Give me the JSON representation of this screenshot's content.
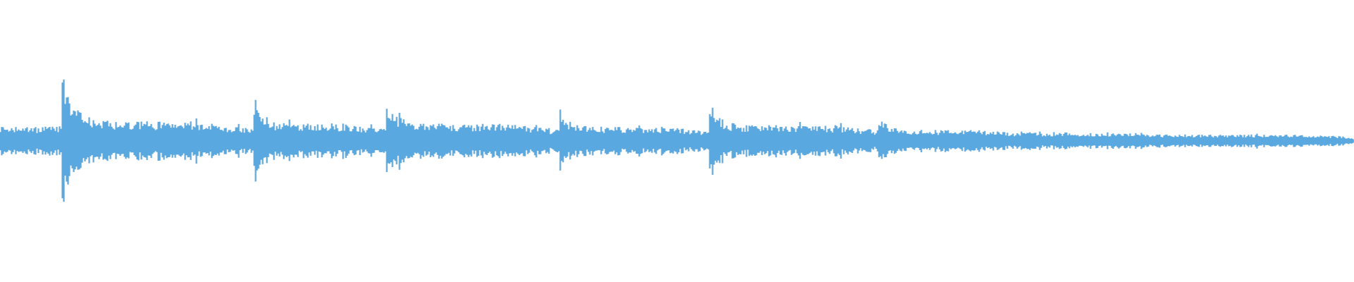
{
  "waveform": {
    "color": "#5aa8e0",
    "background": "#ffffff",
    "segments": [
      {
        "onset": 0.0,
        "peak": 0.2,
        "sustain": 0.18,
        "release": 0.2
      },
      {
        "onset": 0.045,
        "peak": 0.98,
        "sustain": 0.25,
        "release": 0.06
      },
      {
        "onset": 0.187,
        "peak": 0.62,
        "sustain": 0.22,
        "release": 0.08
      },
      {
        "onset": 0.285,
        "peak": 0.58,
        "sustain": 0.22,
        "release": 0.07
      },
      {
        "onset": 0.413,
        "peak": 0.42,
        "sustain": 0.18,
        "release": 0.07
      },
      {
        "onset": 0.523,
        "peak": 0.56,
        "sustain": 0.2,
        "release": 0.08
      },
      {
        "onset": 0.648,
        "peak": 0.38,
        "sustain": 0.14,
        "release": 0.06
      },
      {
        "onset": 0.754,
        "peak": 0.15,
        "sustain": 0.1,
        "release": 0.05
      },
      {
        "onset": 0.87,
        "peak": 0.09,
        "sustain": 0.08,
        "release": 0.04
      },
      {
        "onset": 0.992,
        "peak": 0.1,
        "sustain": 0.04,
        "release": 0.03
      }
    ]
  }
}
